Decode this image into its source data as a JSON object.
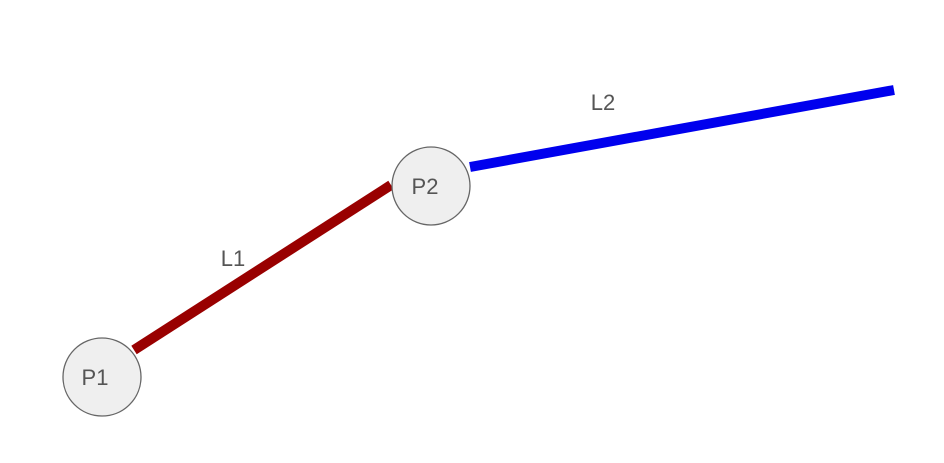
{
  "diagram": {
    "nodes": [
      {
        "id": "p1",
        "label": "P1"
      },
      {
        "id": "p2",
        "label": "P2"
      }
    ],
    "edges": [
      {
        "id": "l1",
        "label": "L1",
        "from": "P1",
        "to": "P2",
        "color": "#990000"
      },
      {
        "id": "l2",
        "label": "L2",
        "from": "P2",
        "color": "#0000ee"
      }
    ]
  }
}
